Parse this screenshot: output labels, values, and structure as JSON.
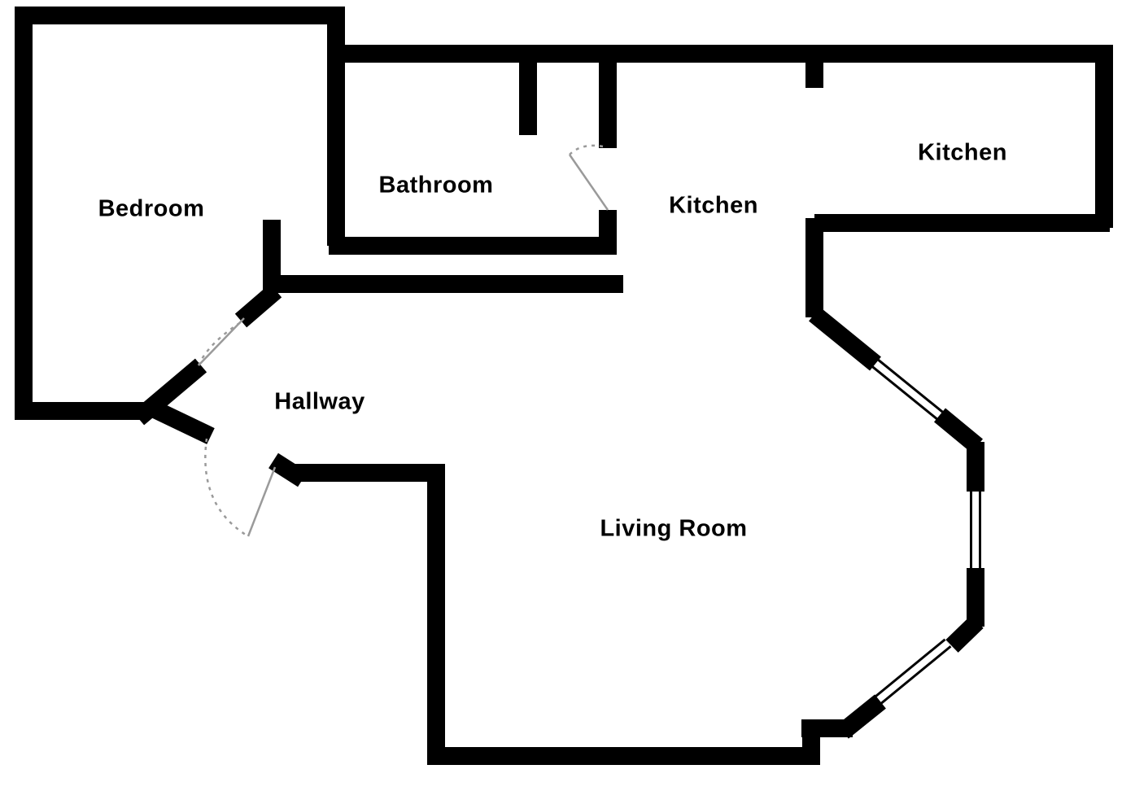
{
  "floor_plan": {
    "rooms": [
      {
        "id": "bedroom",
        "label": "Bedroom"
      },
      {
        "id": "bathroom",
        "label": "Bathroom"
      },
      {
        "id": "kitchen-upper",
        "label": "Kitchen"
      },
      {
        "id": "kitchen-lower",
        "label": "Kitchen"
      },
      {
        "id": "hallway",
        "label": "Hallway"
      },
      {
        "id": "living-room",
        "label": "Living Room"
      }
    ],
    "colors": {
      "walls": "#000000",
      "background": "#ffffff",
      "door_swing": "#9a9a9a"
    },
    "features": {
      "doors": [
        "bedroom-door",
        "hallway-door",
        "bathroom-door"
      ],
      "windows": [
        "bay-window-upper",
        "bay-window-right",
        "bay-window-lower"
      ]
    }
  }
}
